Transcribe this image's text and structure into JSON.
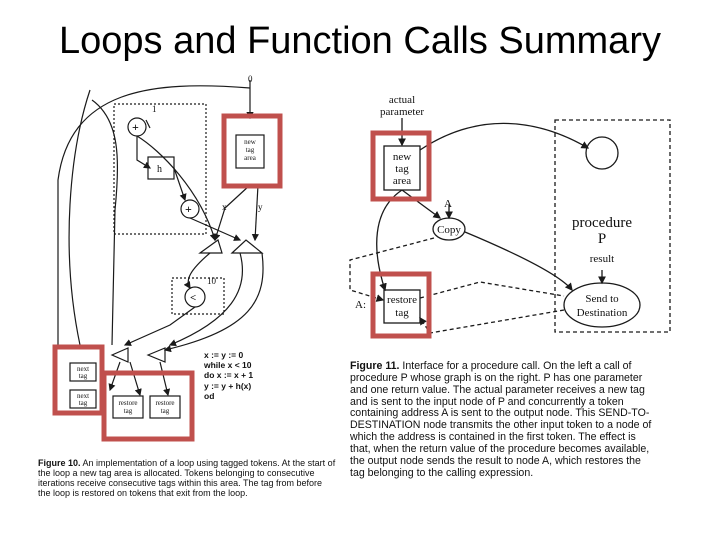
{
  "title": "Loops and Function Calls Summary",
  "colors": {
    "highlight": "#c0504d",
    "ink": "#1a1a1a"
  },
  "left_figure": {
    "labels": {
      "zero": "0",
      "one": "1",
      "h": "h",
      "x": "x",
      "y": "y",
      "ten": "10",
      "plus": "+",
      "less": "<"
    },
    "new_tag_area": [
      "new",
      "tag",
      "area"
    ],
    "next_tag": [
      "next",
      "tag"
    ],
    "restore_tag": [
      "restore",
      "tag"
    ],
    "code": [
      "x := y := 0",
      "while x < 10",
      "do x := x + 1",
      "   y := y + h(x)",
      "od"
    ],
    "caption_head": "Figure 10.",
    "caption_body": "An implementation of a loop using tagged tokens. At the start of the loop a new tag area is allocated. Tokens belonging to consecutive iterations receive consecutive tags within this area. The tag from before the loop is restored on tokens that exit from the loop."
  },
  "right_figure": {
    "labels": {
      "actual_parameter": [
        "actual",
        "parameter"
      ],
      "A_top": "A",
      "copy": "Copy",
      "procedure": "procedure",
      "P": "P",
      "result": "result",
      "A_left": "A:",
      "send_to_destination": [
        "Send to",
        "Destination"
      ]
    },
    "new_tag_area": [
      "new",
      "tag",
      "area"
    ],
    "restore_tag": [
      "restore",
      "tag"
    ],
    "caption_head": "Figure 11.",
    "caption_body": "Interface for a procedure call. On the left a call of procedure P whose graph is on the right. P has one parameter and one return value. The actual parameter receives a new tag and is sent to the input node of P and concurrently a token containing address A is sent to the output node. This SEND-TO-DESTINATION node transmits the other input token to a node of which the address is contained in the first token. The effect is that, when the return value of the procedure becomes available, the output node sends the result to node A, which restores the tag belonging to the calling expression."
  }
}
